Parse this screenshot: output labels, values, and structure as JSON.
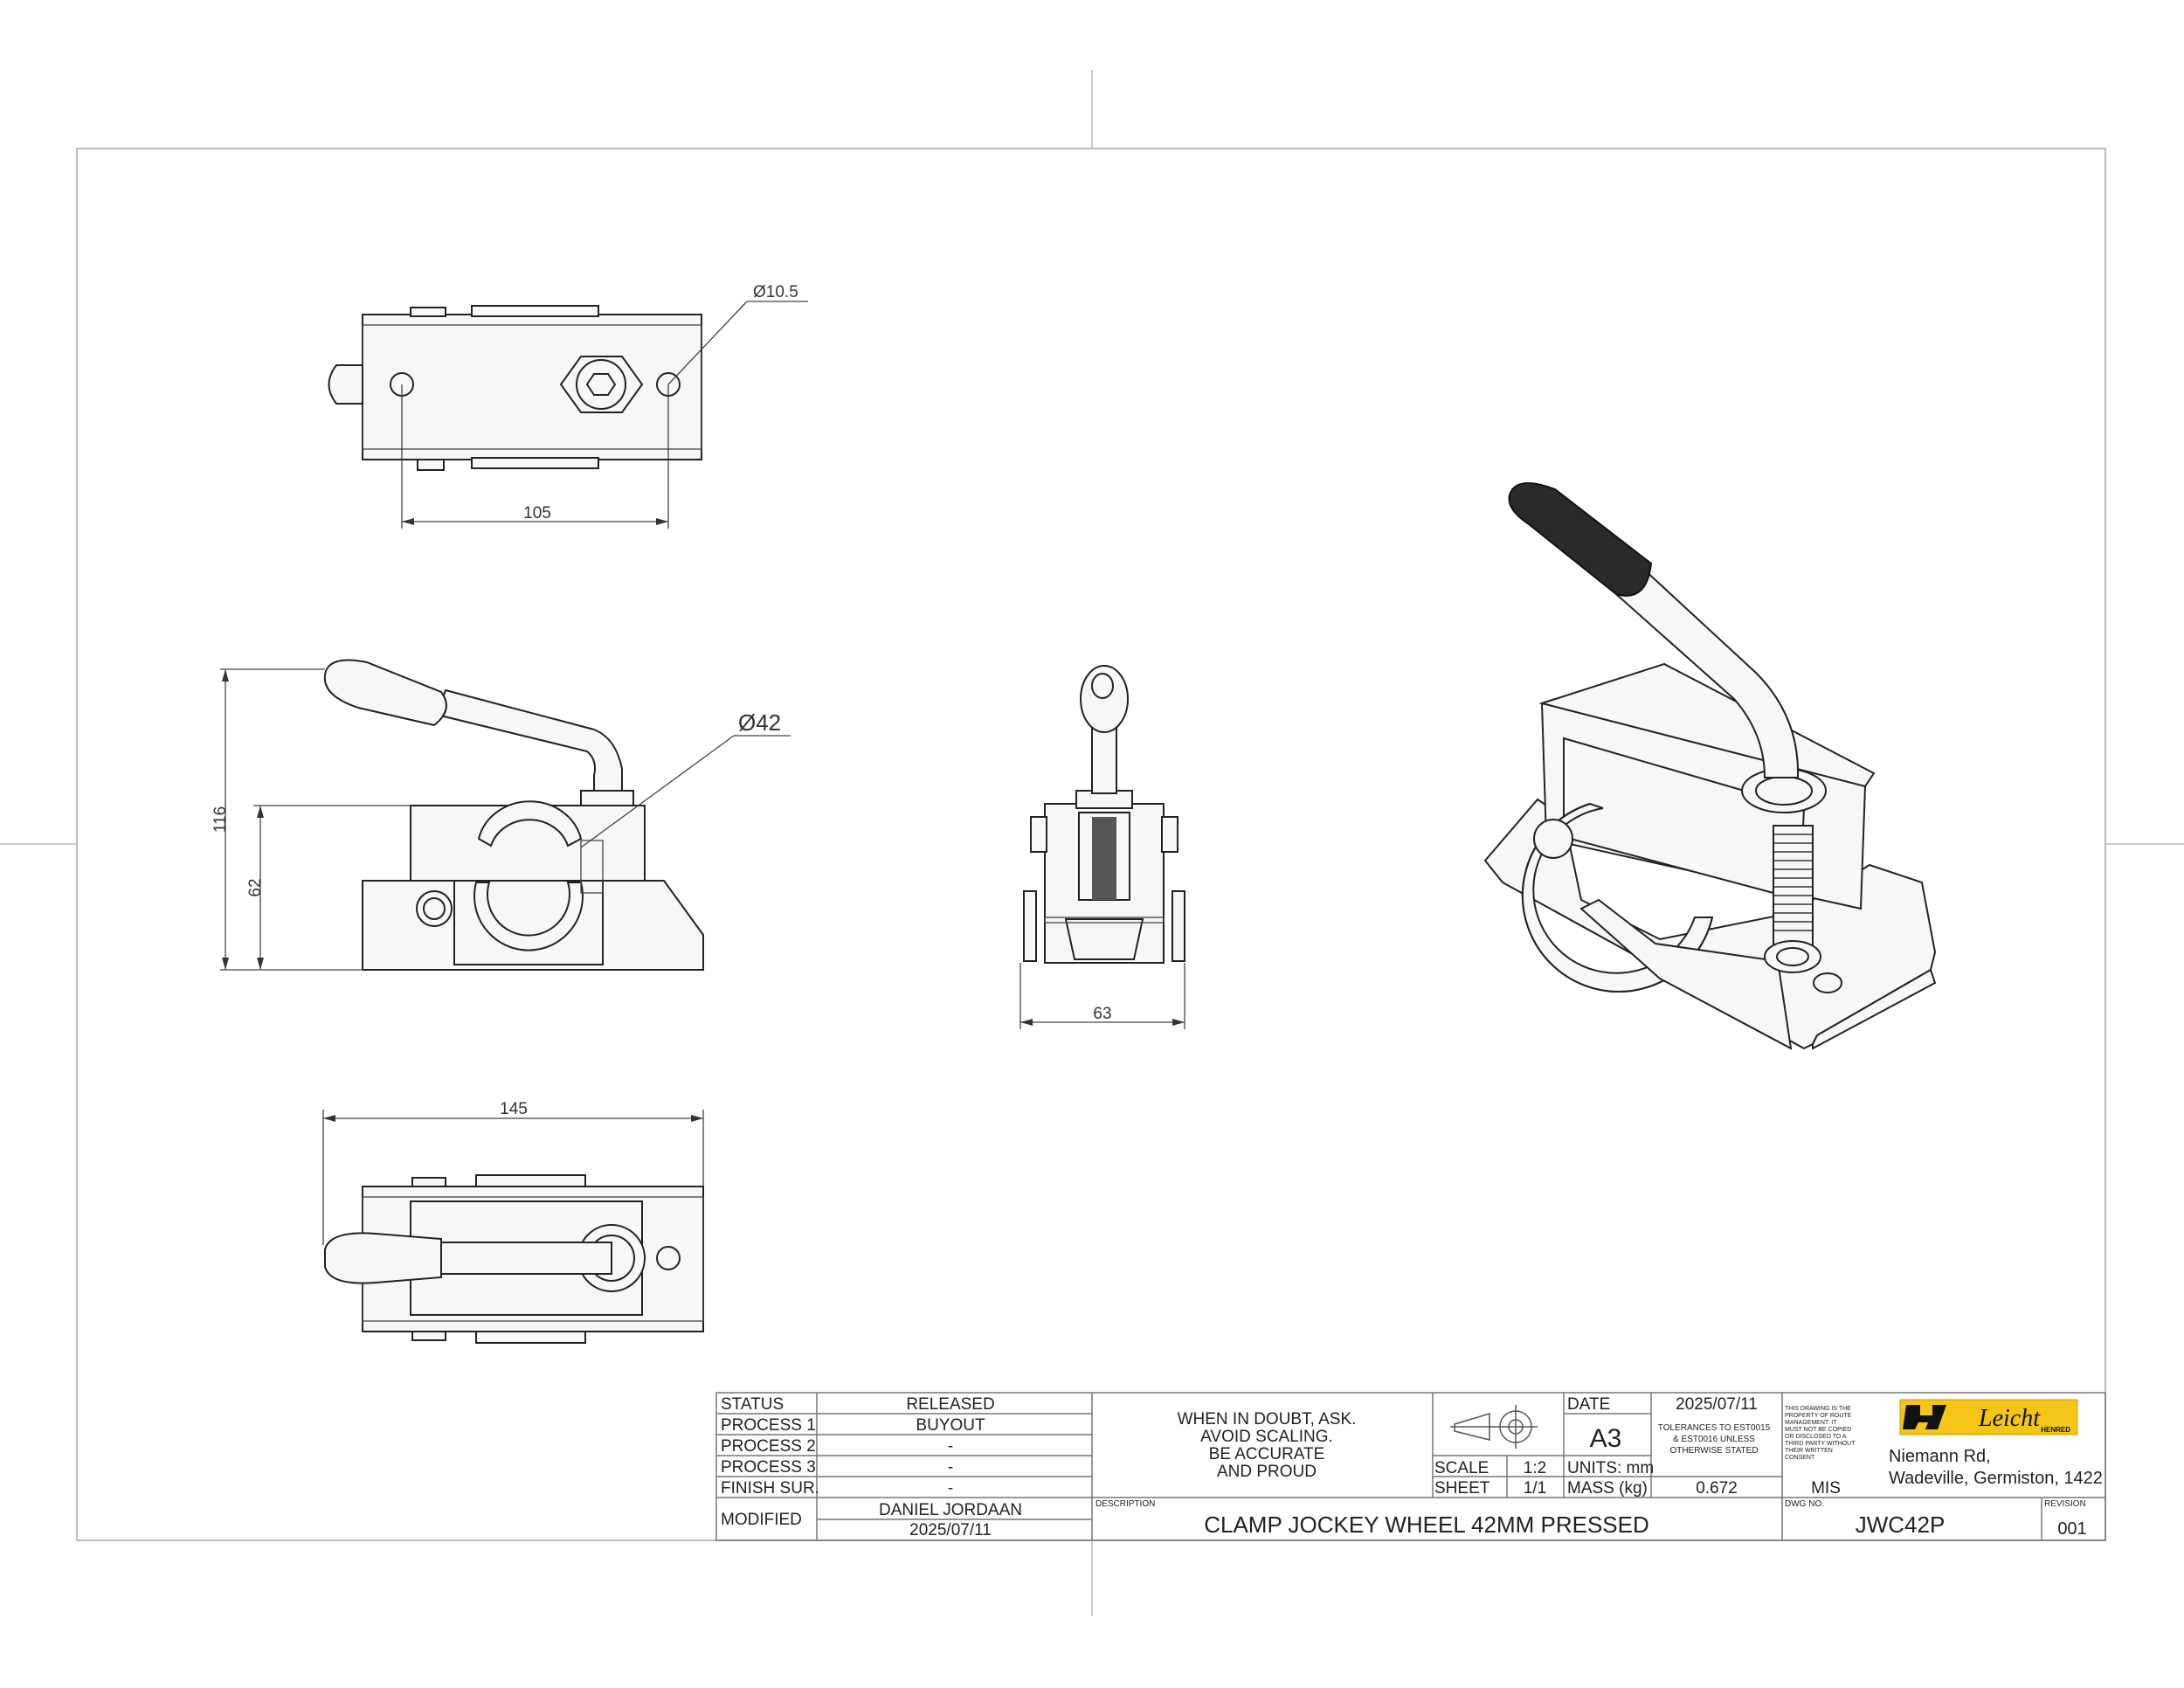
{
  "drawing": {
    "views": {
      "top_hole_diameter": "Ø10.5",
      "top_hole_spacing": "105",
      "side_overall_height": "116",
      "side_base_height": "62",
      "side_bore_diameter": "Ø42",
      "front_width": "63",
      "bottom_length": "145"
    }
  },
  "title_block": {
    "status_label": "STATUS",
    "status_value": "RELEASED",
    "process1_label": "PROCESS 1",
    "process1_value": "BUYOUT",
    "process2_label": "PROCESS 2",
    "process2_value": "-",
    "process3_label": "PROCESS 3",
    "process3_value": "-",
    "finish_label": "FINISH SUR.",
    "finish_value": "-",
    "modified_label": "MODIFIED",
    "modified_by": "DANIEL JORDAAN",
    "modified_date": "2025/07/11",
    "notice_line1": "WHEN IN DOUBT, ASK.",
    "notice_line2": "AVOID SCALING.",
    "notice_line3": "BE ACCURATE",
    "notice_line4": "AND PROUD",
    "description_label": "DESCRIPTION",
    "description": "CLAMP JOCKEY WHEEL 42MM PRESSED",
    "scale_label": "SCALE",
    "scale_value": "1:2",
    "sheet_label": "SHEET",
    "sheet_value": "1/1",
    "date_label": "DATE",
    "date_value": "2025/07/11",
    "size": "A3",
    "units_label": "UNITS: mm",
    "mass_label": "MASS (kg)",
    "mass_value": "0.672",
    "tolerance_line1": "TOLERANCES TO EST0015",
    "tolerance_line2": "& EST0016 UNLESS",
    "tolerance_line3": "OTHERWISE STATED",
    "property_line1": "THIS DRAWING IS THE",
    "property_line2": "PROPERTY OF ROUTE",
    "property_line3": "MANAGEMENT. IT",
    "property_line4": "MUST NOT BE COPIED",
    "property_line5": "OR DISCLOSED TO A",
    "property_line6": "THIRD PARTY WITHOUT",
    "property_line7": "THEIR WRITTEN",
    "property_line8": "CONSENT",
    "drawn_by": "MIS",
    "dwg_no_label": "DWG NO.",
    "dwg_no": "JWC42P",
    "revision_label": "REVISION",
    "revision": "001",
    "company_logo_text": "Leicht",
    "company_logo_sub": "HENRED",
    "address_line1": "Niemann Rd,",
    "address_line2": "Wadeville, Germiston, 1422"
  },
  "colors": {
    "logo_background": "#f5c518",
    "handle_grip": "#2a2a2a"
  }
}
